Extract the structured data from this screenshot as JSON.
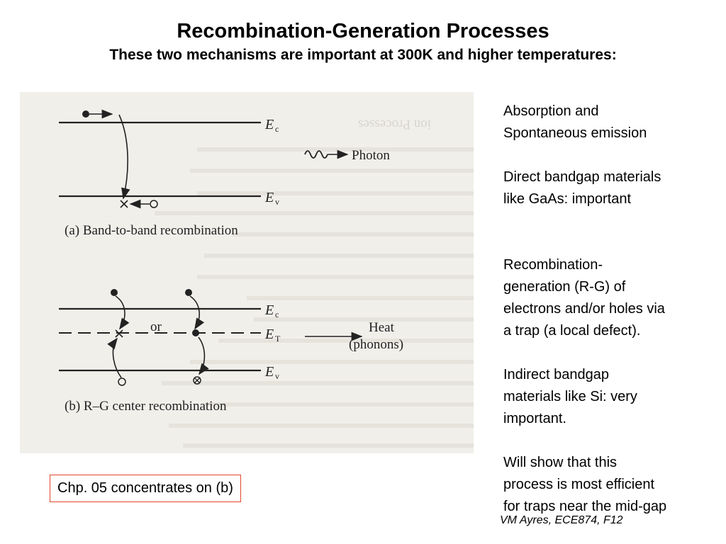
{
  "slide": {
    "title": "Recombination-Generation Processes",
    "subtitle": "These two mechanisms are important at 300K and higher temperatures:"
  },
  "figure": {
    "ec_symbol": "E",
    "ec_sub": "c",
    "ev_symbol": "E",
    "ev_sub": "v",
    "et_symbol": "E",
    "et_sub": "T",
    "photon_label": "Photon",
    "or_label": "or",
    "heat_label": "Heat",
    "phonons_label": "(phonons)",
    "caption_a": "(a) Band-to-band recombination",
    "caption_b": "(b) R–G center recombination",
    "scan_heading": "ion Processes"
  },
  "right_column": {
    "p1_line1": "Absorption and",
    "p1_line2": "Spontaneous emission",
    "p2_line1": "Direct bandgap materials",
    "p2_line2": "like GaAs: important",
    "p3_line1": "Recombination-",
    "p3_line2": "generation (R-G) of",
    "p3_line3": "electrons and/or holes via",
    "p3_line4": "a trap (a local defect).",
    "p4_line1": "Indirect bandgap",
    "p4_line2": "materials like Si: very",
    "p4_line3": "important.",
    "p5_line1": "Will show that this",
    "p5_line2": "process is most efficient",
    "p5_line3": "for traps near the mid-gap"
  },
  "note": {
    "text": "Chp. 05 concentrates on (b)"
  },
  "credit": {
    "text": "VM Ayres, ECE874, F12"
  },
  "colors": {
    "note_border": "#e0472d",
    "scan_background": "#f1efea"
  }
}
